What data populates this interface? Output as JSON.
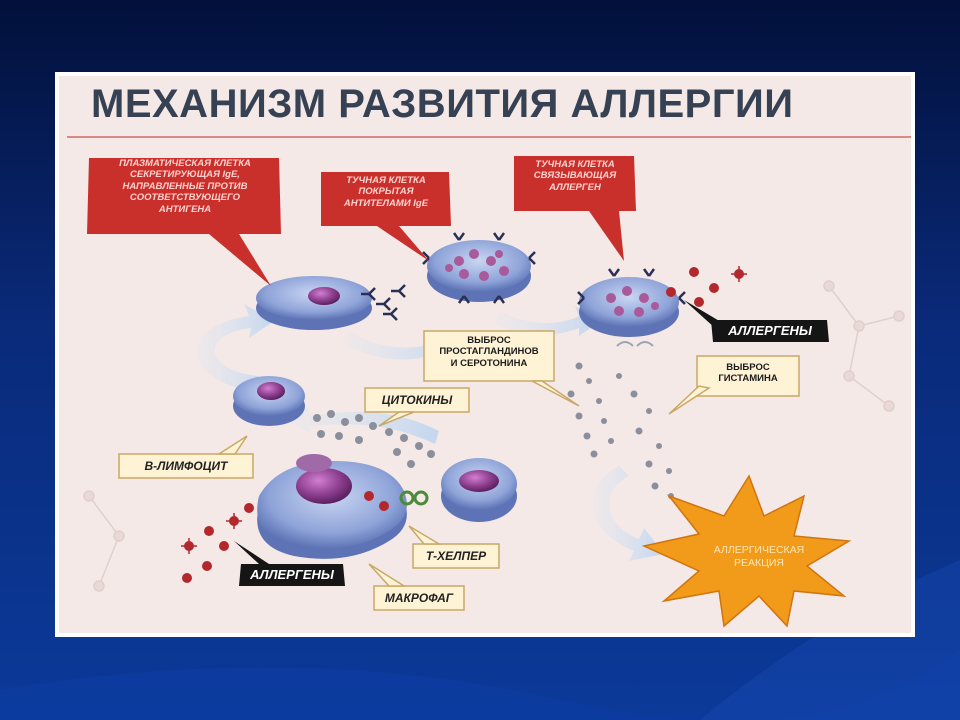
{
  "slide": {
    "title": "МЕХАНИЗМ РАЗВИТИЯ АЛЛЕРГИИ"
  },
  "labels": {
    "plasma_cell": "ПЛАЗМАТИЧЕСКАЯ КЛЕТКА\nСЕКРЕТИРУЮЩАЯ IgE,\nНАПРАВЛЕННЫЕ ПРОТИВ\nСООТВЕТСТВУЮЩЕГО\nАНТИГЕНА",
    "mast_cell_ige": "ТУЧНАЯ КЛЕТКА\nПОКРЫТАЯ\nАНТИТЕЛАМИ IgE",
    "mast_cell_allergen": "ТУЧНАЯ КЛЕТКА\nСВЯЗЫВАЮЩАЯ\nАЛЛЕРГЕН",
    "allergens_right": "АЛЛЕРГЕНЫ",
    "prostaglandins": "ВЫБРОС\nПРОСТАГЛАНДИНОВ\nИ СЕРОТОНИНА",
    "histamine": "ВЫБРОС\nГИСТАМИНА",
    "cytokines": "ЦИТОКИНЫ",
    "b_lymphocyte": "В-ЛИМФОЦИТ",
    "t_helper": "Т-ХЕЛПЕР",
    "allergens_left": "АЛЛЕРГЕНЫ",
    "macrophage": "МАКРОФАГ",
    "allergic_reaction": "АЛЛЕРГИЧЕСКАЯ\nРЕАКЦИЯ"
  },
  "colors": {
    "slide_background": "#0a2a7a",
    "panel_background": "#f4e9e6",
    "title_text": "#364254",
    "red_callout": "#c9302c",
    "dark_label": "#151515",
    "light_label": "#fff3d6",
    "cell_membrane": "#6f86c4",
    "nucleus": "#8e3f8f",
    "burst": "#f29a1a",
    "allergen": "#b3282d"
  }
}
